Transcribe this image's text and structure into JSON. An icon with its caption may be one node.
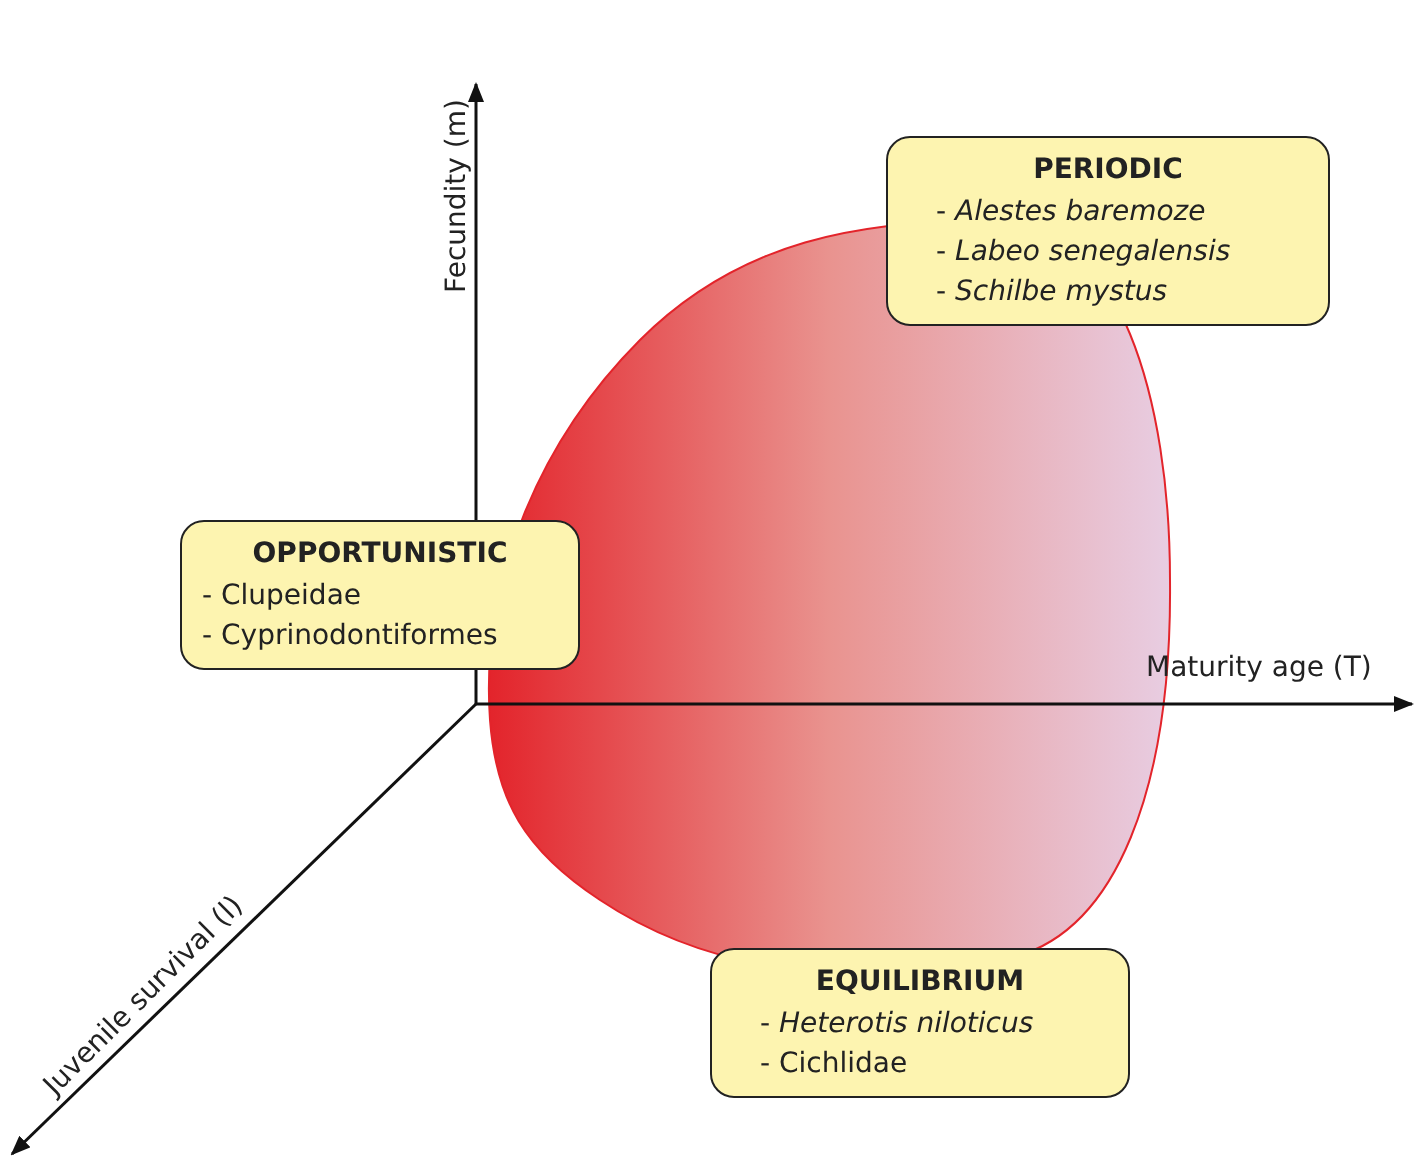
{
  "diagram": {
    "nodes": [
      {
        "text": [
          "PERIODIC",
          "- *Alestes baremoze*",
          "- *Labeo senegalensis*",
          "- *Schilbe mystus*"
        ]
      },
      {
        "text": [
          "OPPORTUNISTIC",
          "- Clupeidae",
          "- Cyprinodontiformes"
        ]
      },
      {
        "text": [
          "EQUILIBRIUM",
          "- *Heterotis niloticus*",
          "- Cichlidae"
        ]
      }
    ],
    "edges": [],
    "labels": [
      "Fecundity (m)",
      "Maturity age (T)",
      "Juvenile survival (l)"
    ]
  }
}
